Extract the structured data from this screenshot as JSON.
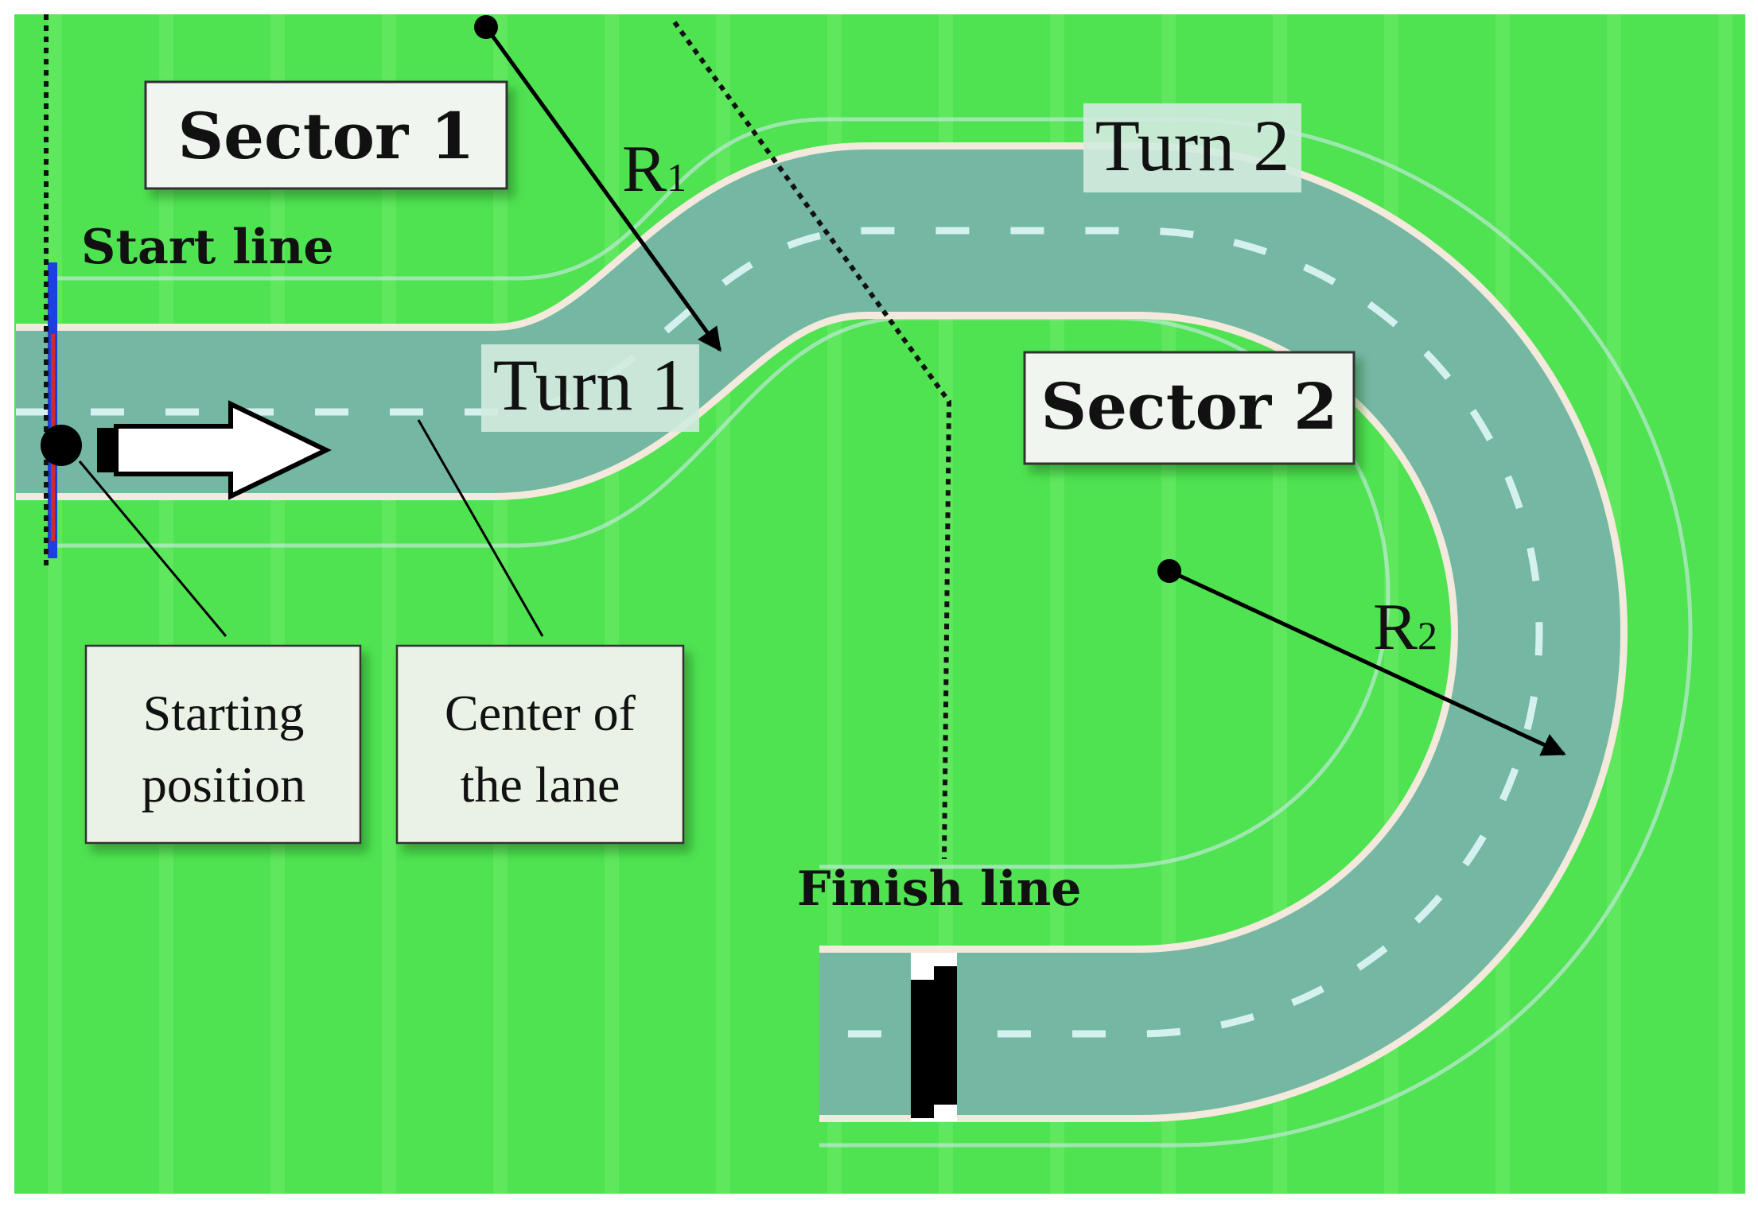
{
  "labels": {
    "sector1": "Sector 1",
    "sector2": "Sector 2",
    "turn1": "Turn 1",
    "turn2": "Turn 2",
    "start_line": "Start line",
    "finish_line": "Finish line",
    "r1_main": "R",
    "r1_sub": "1",
    "r2_main": "R",
    "r2_sub": "2",
    "starting_position_line1": "Starting",
    "starting_position_line2": "position",
    "center_lane_line1": "Center of",
    "center_lane_line2": "the lane"
  },
  "colors": {
    "grass": "#4fe251",
    "road": "#74b7a2",
    "lane_marking": "#d4f1f0",
    "road_edge": "#f3e9dc",
    "start_line_blue": "#1d3fe0",
    "start_line_red": "#d02a2a"
  }
}
